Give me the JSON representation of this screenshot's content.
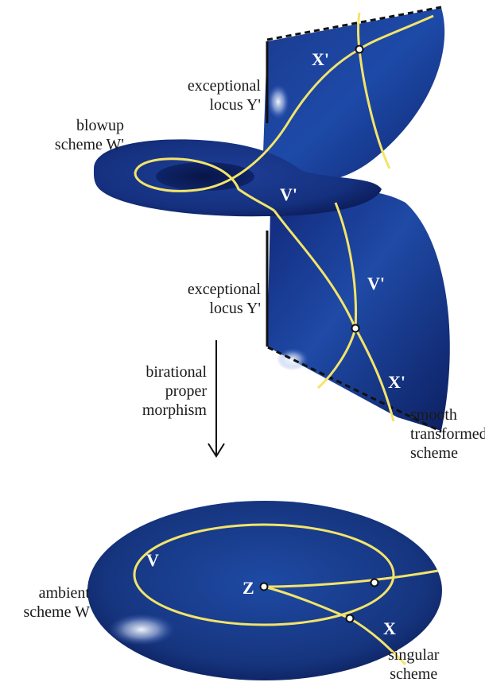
{
  "labels": {
    "blowup": [
      "blowup",
      "scheme W'"
    ],
    "exceptional_top": [
      "exceptional",
      "locus Y'"
    ],
    "exceptional_bottom": [
      "exceptional",
      "locus Y'"
    ],
    "morphism": [
      "birational",
      "proper",
      "morphism"
    ],
    "smooth": [
      "smooth",
      "transformed",
      "scheme"
    ],
    "ambient": [
      "ambient",
      "scheme W"
    ],
    "singular": [
      "singular",
      "scheme"
    ]
  },
  "surface_marks": {
    "x_prime_top": "X'",
    "v_prime_mid": "V'",
    "v_prime_lower": "V'",
    "x_prime_lower": "X'",
    "v_bottom": "V",
    "z_bottom": "Z",
    "x_bottom": "X"
  },
  "colors": {
    "surface_dark": "#0b1d5e",
    "surface_mid": "#1a3f9a",
    "surface_light": "#3b66c4",
    "curve": "#f3e46a",
    "ink": "#1a1a1a"
  }
}
